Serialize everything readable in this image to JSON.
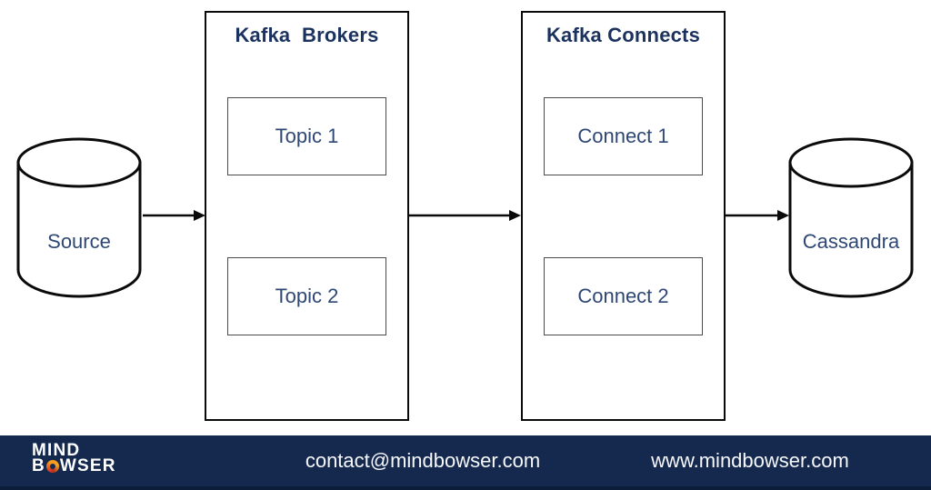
{
  "diagram": {
    "source": {
      "label": "Source"
    },
    "brokers": {
      "title": "Kafka  Brokers",
      "topics": [
        {
          "label": "Topic 1"
        },
        {
          "label": "Topic 2"
        }
      ]
    },
    "connects": {
      "title": "Kafka Connects",
      "items": [
        {
          "label": "Connect 1"
        },
        {
          "label": "Connect 2"
        }
      ]
    },
    "cassandra": {
      "label": "Cassandra"
    },
    "arrows": [
      {
        "from": "source",
        "to": "kafka-brokers"
      },
      {
        "from": "kafka-brokers",
        "to": "kafka-connects"
      },
      {
        "from": "kafka-connects",
        "to": "cassandra"
      }
    ]
  },
  "footer": {
    "logo": {
      "line1": "MIND",
      "line2_prefix": "B",
      "line2_suffix": "WSER",
      "icon": "swirl-o-icon"
    },
    "contact_email": "contact@mindbowser.com",
    "website": "www.mindbowser.com"
  },
  "colors": {
    "title_navy": "#1b325e",
    "label_navy": "#2e4774",
    "footer_bg": "#15294e",
    "footer_text": "#f7f8fb",
    "swirl_orange": "#f79b1f",
    "swirl_red": "#d63b27",
    "stroke_black": "#0a0a0a"
  }
}
